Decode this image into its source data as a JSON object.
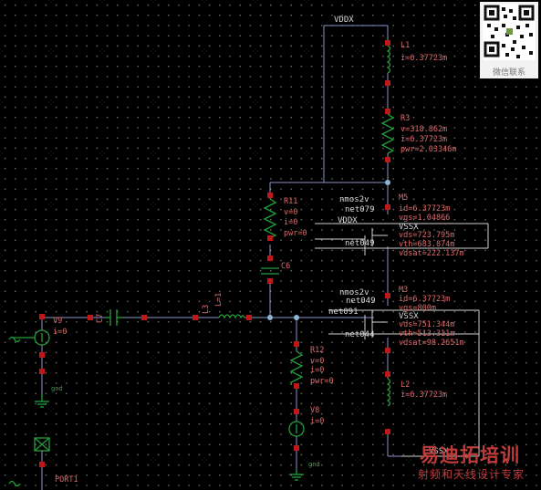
{
  "colors": {
    "background": "#000000",
    "wire": "#8a94c8",
    "component": "#22a03a",
    "pin": "#c01818",
    "label": "#e06a6a"
  },
  "nets": {
    "vddx_top": "VDDX",
    "vddx_m5": "VDDX",
    "net079": "net079",
    "net049_a": "net049",
    "net049_b": "net049",
    "net091": "net091",
    "net044": "net044",
    "vssx_a": "VSSX",
    "vssx_b": "VSSX",
    "vssx_bottom": "VSSX"
  },
  "components": {
    "l1": {
      "name": "L1",
      "current": "i=6.37723m"
    },
    "r3": {
      "name": "R3",
      "voltage": "v=318.862m",
      "current": "i=6.37723m",
      "power": "pwr=2.03346m"
    },
    "m5": {
      "name": "M5",
      "model": "nmos2v",
      "id": "id=6.37723m",
      "vgs": "vgs=1.04866",
      "vds": "vds=723.795m",
      "vth": "vth=683.874m",
      "vdsat": "vdsat=222.137m"
    },
    "m3": {
      "name": "M3",
      "model": "nmos2v",
      "id": "id=6.37723m",
      "vgs": "vgs=800m",
      "vds": "vds=751.344m",
      "vth": "vth=513.311m",
      "vdsat": "vdsat=98.2651m"
    },
    "r11": {
      "name": "R11",
      "voltage": "v=0",
      "current": "i=0",
      "power": "pwr=0"
    },
    "c6": {
      "name": "C6"
    },
    "c7": {
      "name": "C7"
    },
    "l3": {
      "name": "L3",
      "rotated_label": "L=1"
    },
    "v9": {
      "name": "V9",
      "current": "i=0"
    },
    "r12": {
      "name": "R12",
      "voltage": "v=0",
      "current": "i=0",
      "power": "pwr=0"
    },
    "v8": {
      "name": "V8",
      "current": "i=0"
    },
    "l2": {
      "name": "L2",
      "current": "i=6.37723m"
    },
    "port1": {
      "name": "PORT1"
    },
    "gnd_a": "gnd",
    "gnd_b": "gnd"
  },
  "qr": {
    "icon": "qr-code-icon",
    "caption": "微信联系"
  },
  "watermark": {
    "line1": "易迪拓培训",
    "line2": "射频和天线设计专家"
  }
}
